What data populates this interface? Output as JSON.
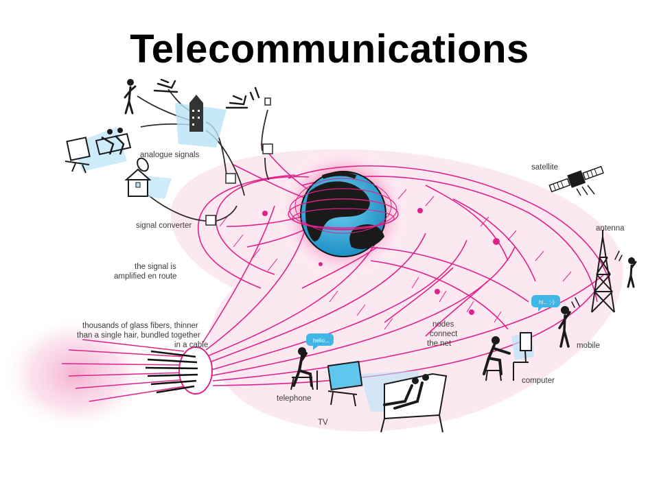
{
  "slide": {
    "title": "Telecommunications"
  },
  "diagram": {
    "labels": {
      "analogue_signals": "analogue signals",
      "signal_converter": "signal converter",
      "amplified_line1": "the signal is",
      "amplified_line2": "amplified en route",
      "fibers_line1": "thousands of glass fibers, thinner",
      "fibers_line2": "than a single hair, bundled together",
      "fibers_line3": "in a cable",
      "satellite": "satellite",
      "antenna": "antenna",
      "mobile": "mobile",
      "computer": "computer",
      "telephone": "telephone",
      "tv": "TV",
      "nodes_line1": "nodes",
      "nodes_line2": "connect",
      "nodes_line3": "the net",
      "bubble_phone": "hello...",
      "bubble_mobile": "hi... ;-)"
    },
    "colors": {
      "network_magenta": "#e0218a",
      "glow_pink": "#f7d3e6",
      "globe_blue": "#3fb6e6",
      "globe_dark": "#1a1a1a",
      "signal_blue": "#b8e3f7",
      "line_dark": "#2b2b2b"
    }
  }
}
